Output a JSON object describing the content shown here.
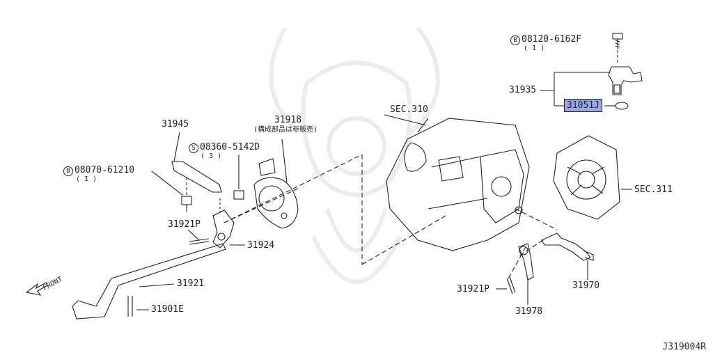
{
  "labels": {
    "bolt_sensor": "08120-6162F",
    "bolt_sensor_prefix": "B",
    "bolt_sensor_qty": "( 1 )",
    "sensor_assy": "31935",
    "sensor_part": "31051J",
    "sec_310": "SEC.310",
    "sec_311": "SEC.311",
    "lever_31945": "31945",
    "switch_31918": "31918",
    "switch_note": "(構成部品は非販売)",
    "bolt_switch": "08360-5142D",
    "bolt_switch_prefix": "S",
    "bolt_switch_qty": "( 3 )",
    "bolt_lever": "08070-61210",
    "bolt_lever_prefix": "B",
    "bolt_lever_qty": "( 1 )",
    "pin_31921p_left": "31921P",
    "lever_31924": "31924",
    "rod_31921": "31921",
    "pin_31901e": "31901E",
    "pin_31921p_right": "31921P",
    "spring_31978": "31978",
    "cable_31970": "31970",
    "front": "FRONT",
    "diagram_code": "J319004R"
  },
  "colors": {
    "line": "#222222",
    "highlight": "#9aa6e6",
    "watermark": "#eeeeee"
  }
}
